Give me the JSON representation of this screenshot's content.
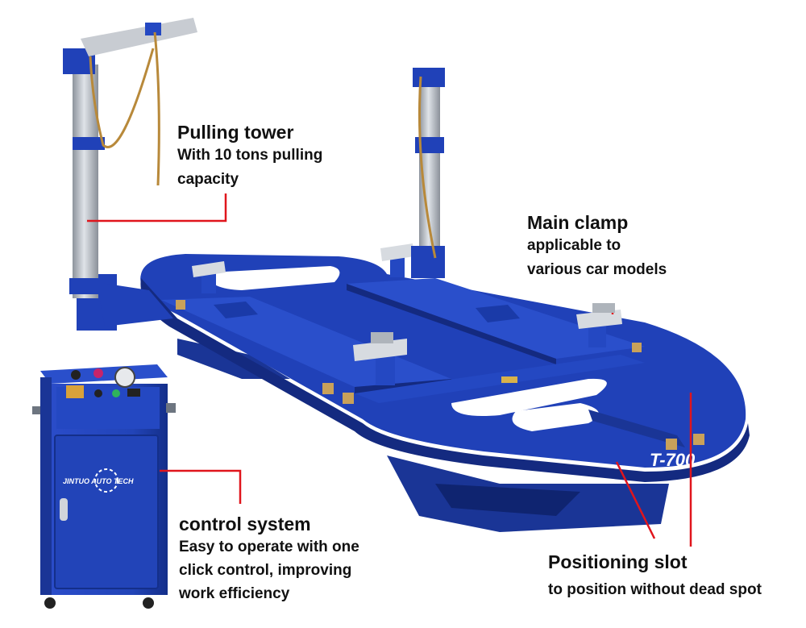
{
  "callouts": {
    "pulling_tower": {
      "title": "Pulling tower",
      "desc_line1": "With 10 tons pulling",
      "desc_line2": "capacity"
    },
    "main_clamp": {
      "title": "Main clamp",
      "desc_line1": "applicable to",
      "desc_line2": "various car models"
    },
    "control_system": {
      "title": "control system",
      "desc_line1": "Easy to operate with one",
      "desc_line2": "click control, improving",
      "desc_line3": "work efficiency"
    },
    "positioning_slot": {
      "title": "Positioning slot",
      "desc_line1": "to position without dead spot"
    }
  },
  "labels": {
    "model": "T-700",
    "brand": "JINTUO AUTO TECH"
  },
  "colors": {
    "frame_blue": "#1f3fb3",
    "frame_dark": "#142a80",
    "callout_line": "#e0151c",
    "pillar_gray": "#b9bec6"
  }
}
